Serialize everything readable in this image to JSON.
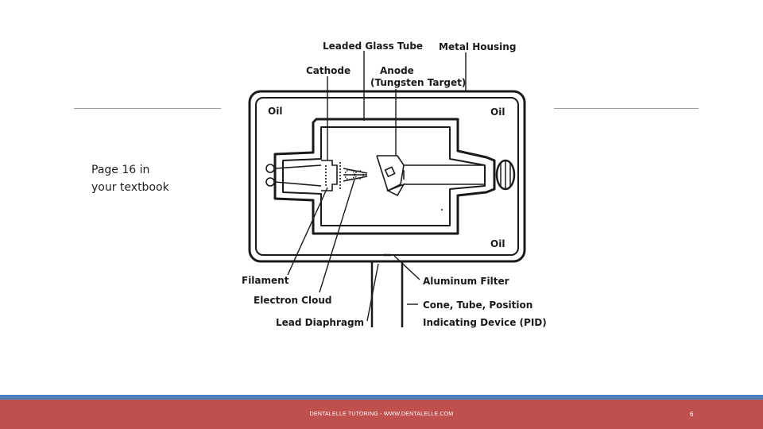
{
  "slide": {
    "side_note": [
      "Page 16 in",
      "your textbook"
    ]
  },
  "diagram": {
    "labels": {
      "leaded_glass_tube": "Leaded Glass Tube",
      "metal_housing": "Metal Housing",
      "cathode": "Cathode",
      "anode_line1": "Anode",
      "anode_line2": "(Tungsten Target)",
      "oil": "Oil",
      "filament": "Filament",
      "electron_cloud": "Electron Cloud",
      "lead_diaphragm": "Lead Diaphragm",
      "aluminum_filter": "Aluminum Filter",
      "pid_line1": "Cone, Tube, Position",
      "pid_line2": "Indicating Device (PID)"
    }
  },
  "footer": {
    "text": "DENTALELLE TUTORING - WWW.DENTALELLE.COM",
    "page_number": "6"
  },
  "colors": {
    "footer_red": "#c0504d",
    "footer_blue": "#4f81bd",
    "rule_gray": "#9a9a9a",
    "line_art": "#1a1a1a"
  }
}
